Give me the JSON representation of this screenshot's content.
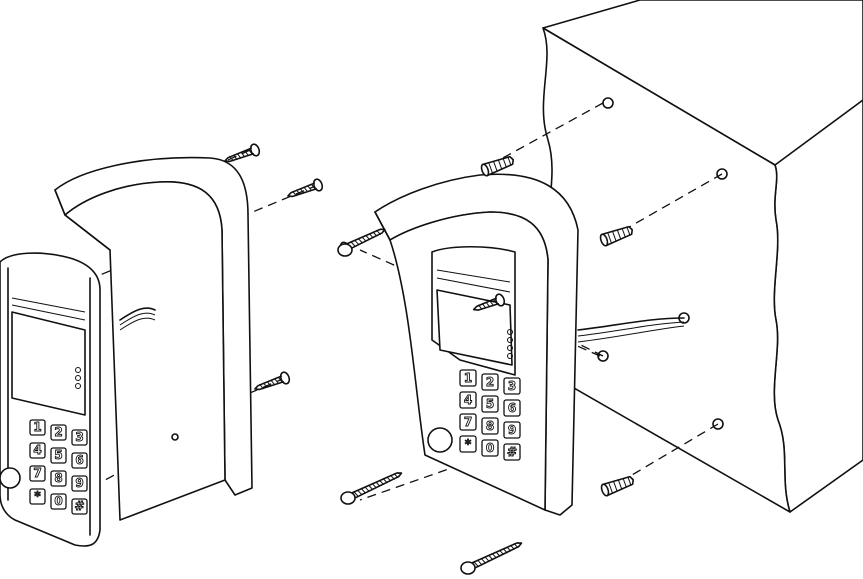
{
  "diagram": {
    "keypad_labels": [
      "1",
      "2",
      "3",
      "4",
      "5",
      "6",
      "7",
      "8",
      "9",
      "*",
      "0",
      "#"
    ]
  }
}
